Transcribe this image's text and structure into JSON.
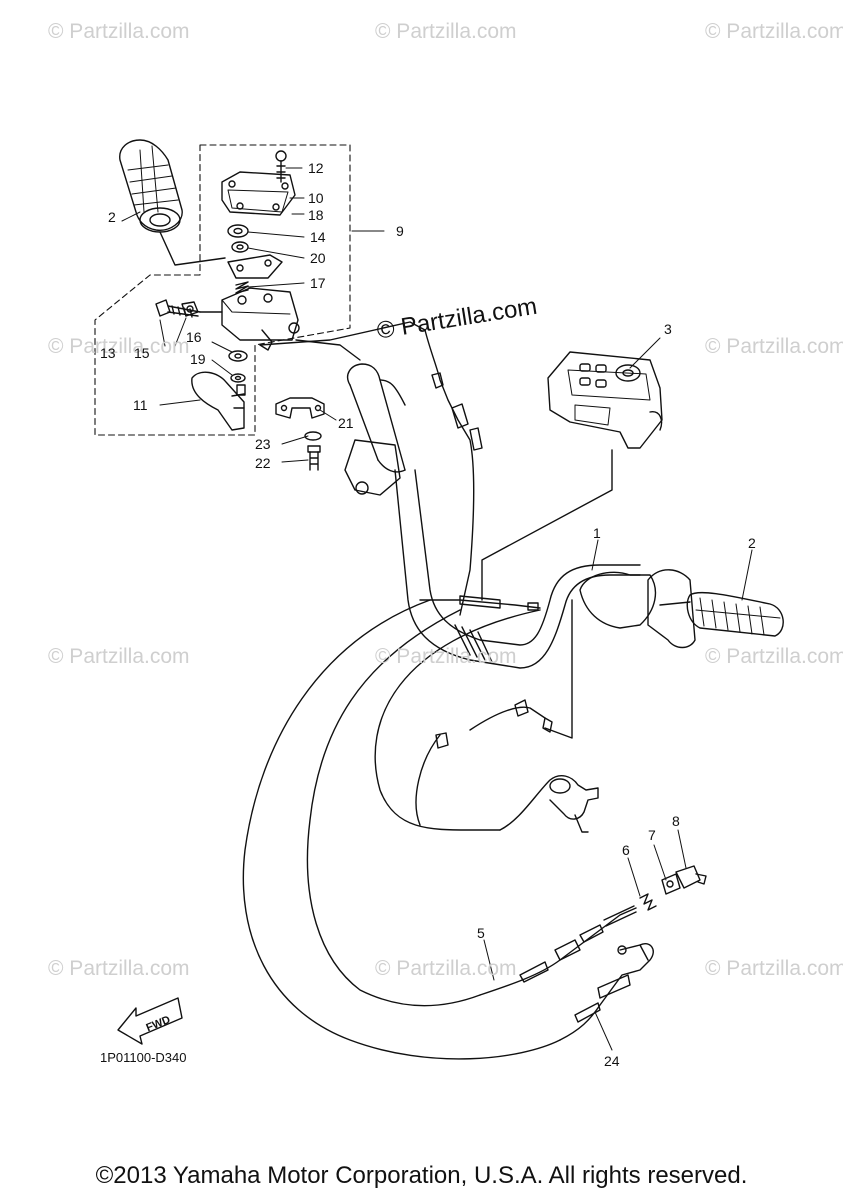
{
  "watermarks": [
    "© Partzilla.com",
    "© Partzilla.com",
    "© Partzilla.com",
    "© Partzilla.com",
    "© Partzilla.com",
    "© Partzilla.com",
    "© Partzilla.com",
    "© Partzilla.com",
    "© Partzilla.com",
    "© Partzilla.com",
    "© Partzilla.com"
  ],
  "center_watermark": "© Partzilla.com",
  "callouts": [
    "1",
    "2",
    "2",
    "3",
    "5",
    "6",
    "7",
    "8",
    "9",
    "10",
    "11",
    "12",
    "13",
    "14",
    "15",
    "16",
    "17",
    "18",
    "19",
    "20",
    "21",
    "22",
    "23",
    "24"
  ],
  "fwd_label": "FWD",
  "diagram_code": "1P01100-D340",
  "copyright": "©2013 Yamaha Motor Corporation, U.S.A. All rights reserved."
}
